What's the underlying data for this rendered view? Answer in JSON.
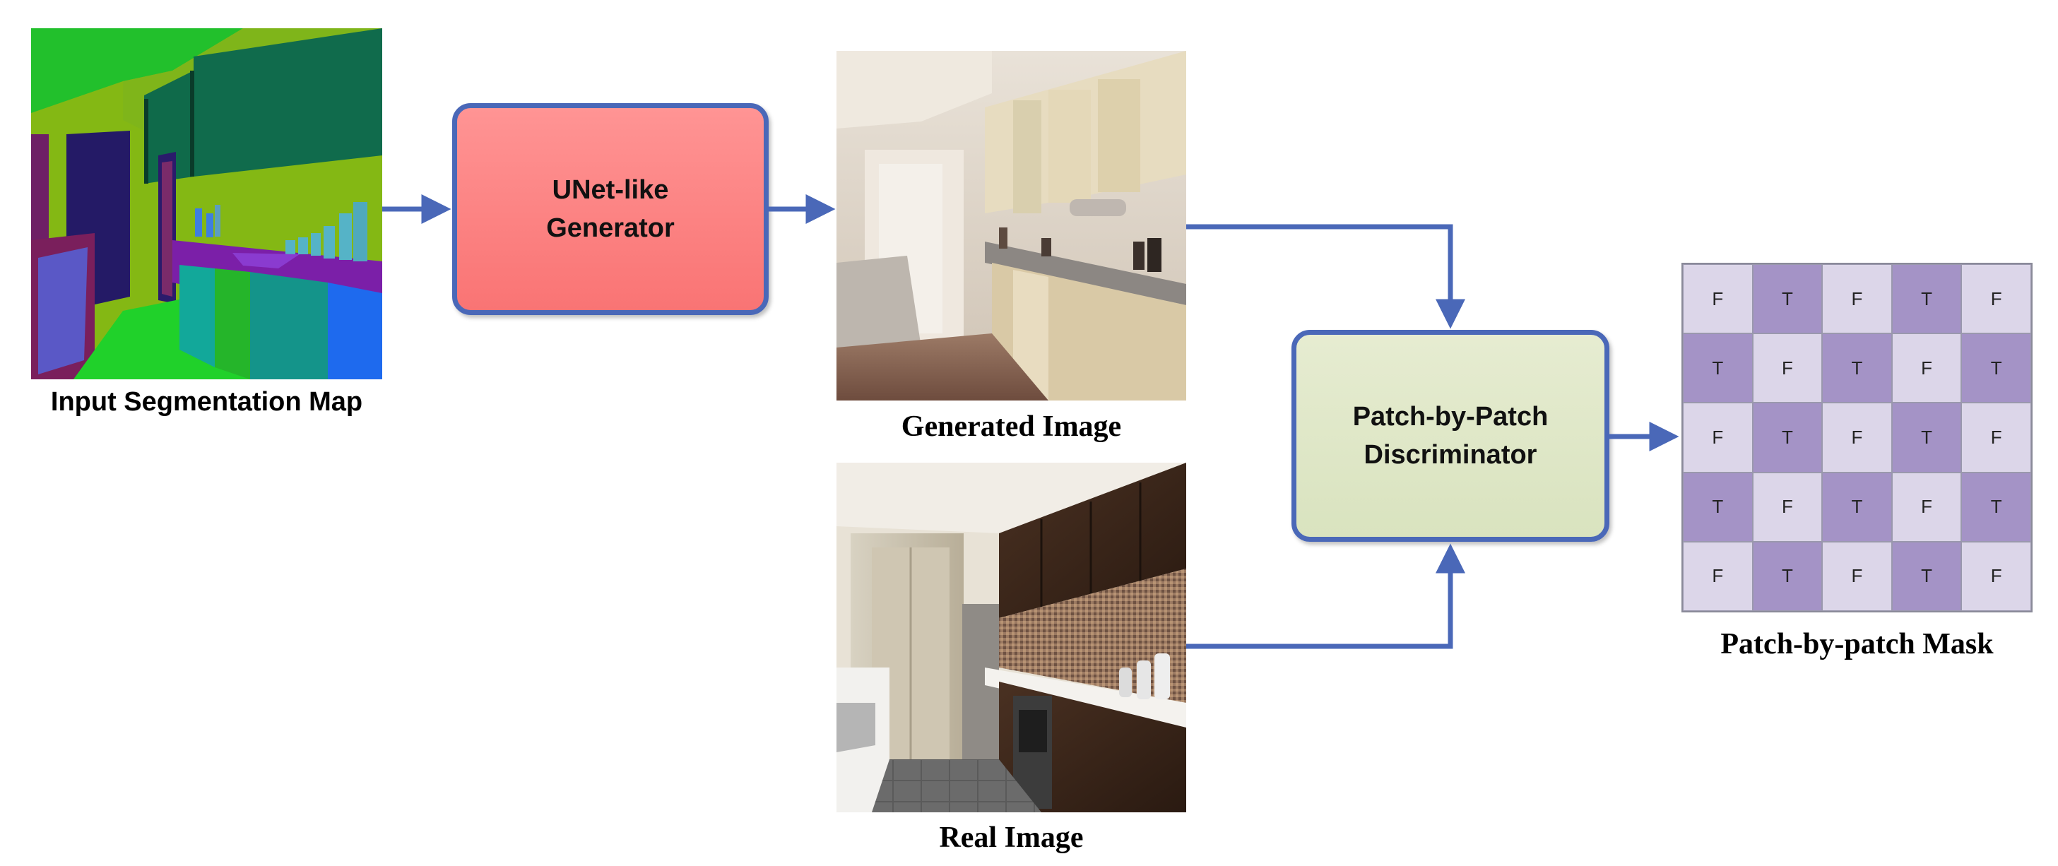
{
  "captions": {
    "input": "Input Segmentation Map",
    "generated": "Generated Image",
    "real": "Real Image",
    "mask": "Patch-by-patch Mask"
  },
  "generator": {
    "line1": "UNet-like",
    "line2": "Generator"
  },
  "discriminator": {
    "line1": "Patch-by-Patch",
    "line2": "Discriminator"
  },
  "mask_rows": [
    [
      "F",
      "T",
      "F",
      "T",
      "F"
    ],
    [
      "T",
      "F",
      "T",
      "F",
      "T"
    ],
    [
      "F",
      "T",
      "F",
      "T",
      "F"
    ],
    [
      "T",
      "F",
      "T",
      "F",
      "T"
    ],
    [
      "F",
      "T",
      "F",
      "T",
      "F"
    ]
  ],
  "colors": {
    "arrow": "#4a68b8",
    "generator_fill": "#f97a7a",
    "discriminator_fill": "#dde6c6",
    "mask_true": "#a493c6",
    "mask_false": "#dcd6e9"
  }
}
